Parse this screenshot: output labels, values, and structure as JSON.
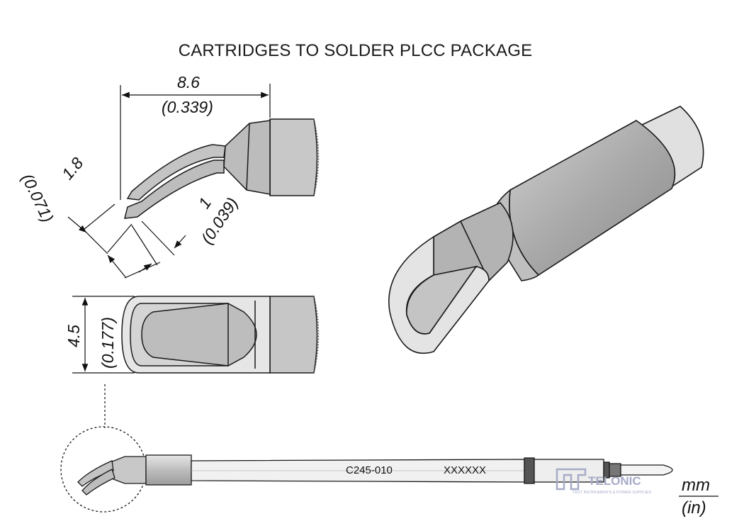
{
  "title": "CARTRIDGES TO SOLDER PLCC PACKAGE",
  "dimensions": {
    "length_mm": "8.6",
    "length_in": "(0.339)",
    "tip_width_mm": "1.8",
    "tip_width_in": "(0.071)",
    "tip_gap_mm": "1",
    "tip_gap_in": "(0.039)",
    "height_mm": "4.5",
    "height_in": "(0.177)"
  },
  "part_number": "C245-010",
  "lot_code": "XXXXXX",
  "brand": {
    "name": "TELONIC",
    "tagline": "TEST INSTRUMENTS & POWER SUPPLIES",
    "color": "#a7abc8"
  },
  "units": {
    "primary": "mm",
    "secondary": "(in)"
  },
  "colors": {
    "metal_fill": "#c8c8c8",
    "metal_dark": "#9a9a9a",
    "line": "#1a1a1a"
  }
}
